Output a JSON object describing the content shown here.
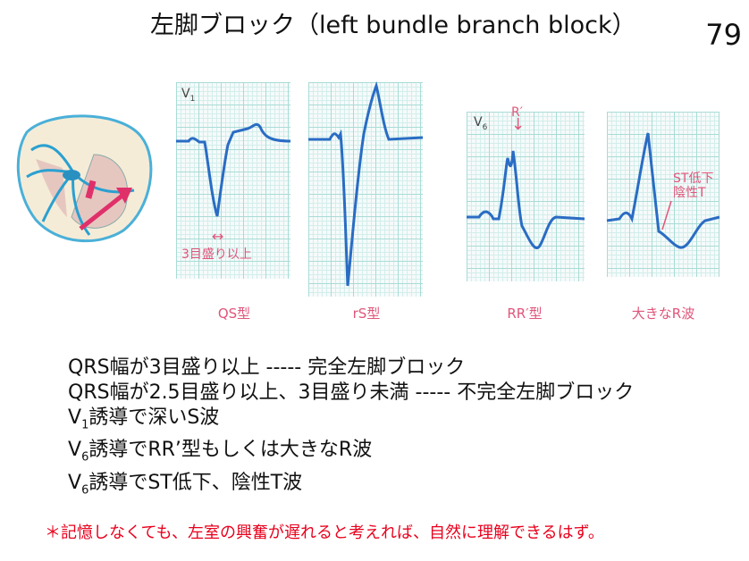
{
  "title": "左脚ブロック（left bundle branch block）",
  "page_number": "79",
  "ecg_panels": [
    {
      "lead": "V",
      "lead_sub": "1",
      "caption": "QS型"
    },
    {
      "lead": "",
      "lead_sub": "",
      "caption": "rS型"
    },
    {
      "lead": "V",
      "lead_sub": "6",
      "caption": "RR′型"
    },
    {
      "lead": "",
      "lead_sub": "",
      "caption": "大きなR波"
    }
  ],
  "annotations": {
    "width_arrow": "↔",
    "width_label": "3目盛り以上",
    "r_prime": "R′",
    "r_prime_arrow": "↓",
    "st_line1": "ST低下",
    "st_line2": "陰性T"
  },
  "criteria": [
    {
      "pre": "QRS幅が3目盛り以上 ----- 完全左脚ブロック"
    },
    {
      "pre": "QRS幅が2.5目盛り以上、3目盛り未満 ----- 不完全左脚ブロック"
    },
    {
      "pre": "V",
      "sub": "1",
      "post": "誘導で深いS波"
    },
    {
      "pre": "V",
      "sub": "6",
      "post": "誘導でRR’型もしくは大きなR波"
    },
    {
      "pre": "V",
      "sub": "6",
      "post": "誘導でST低下、陰性T波"
    }
  ],
  "footnote": "＊記憶しなくても、左室の興奮が遅れると考えれば、自然に理解できるはず。",
  "colors": {
    "trace": "#2a6cc4",
    "accent": "#e0557a",
    "footnote": "#e8001c",
    "grid": "#a9dcd6"
  }
}
